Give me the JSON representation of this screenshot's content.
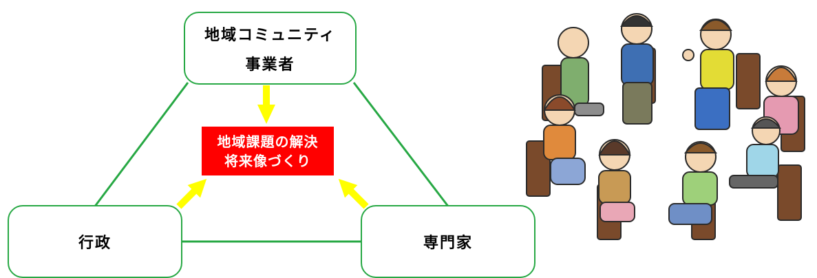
{
  "diagram": {
    "top_box": {
      "line1": "地域コミュニティ",
      "line2": "事業者"
    },
    "left_box": {
      "label": "行政"
    },
    "right_box": {
      "label": "専門家"
    },
    "center": {
      "line1": "地域課題の解決",
      "line2": "将来像づくり"
    }
  },
  "colors": {
    "border": "#27a844",
    "arrow": "#ffff00",
    "center_fill": "#ff0000",
    "center_text": "#ffffff"
  },
  "illustration": {
    "icon": "people-meeting-circle-illustration"
  }
}
